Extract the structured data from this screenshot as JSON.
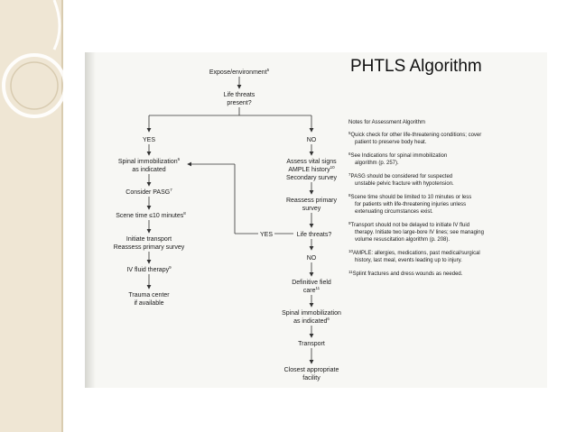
{
  "slide": {
    "title": "PHTLS Algorithm"
  },
  "flowchart": {
    "expose": {
      "text": "Expose/environment",
      "ref": "5"
    },
    "life_threats": {
      "line1": "Life threats",
      "line2": "present?"
    },
    "yes_branch": "YES",
    "no_branch": "NO",
    "left_column": {
      "spinal": {
        "line1": "Spinal immobilization",
        "ref": "6",
        "line2": "as indicated"
      },
      "pasg": {
        "text": "Consider PASG",
        "ref": "7"
      },
      "scene": {
        "text": "Scene time ≤10 minutes",
        "ref": "8"
      },
      "transport": {
        "line1": "Initiate transport",
        "line2": "Reassess primary survey"
      },
      "iv": {
        "text": "IV fluid therapy",
        "ref": "9"
      },
      "trauma": {
        "line1": "Trauma center",
        "line2": "if available"
      }
    },
    "right_column": {
      "assess": {
        "line1": "Assess vital signs",
        "line2": "AMPLE history",
        "ref": "10",
        "line3": "Secondary survey"
      },
      "reassess": {
        "line1": "Reassess primary",
        "line2": "survey"
      },
      "life_threats2": {
        "text": "Life threats?",
        "yes": "YES"
      },
      "no_label": "NO",
      "definitive": {
        "line1": "Definitive field",
        "line2": "care",
        "ref": "11"
      },
      "spinal2": {
        "line1": "Spinal immobilization",
        "line2": "as indicated",
        "ref": "6"
      },
      "transport": "Transport",
      "closest": {
        "line1": "Closest appropriate",
        "line2": "facility"
      }
    }
  },
  "notes": {
    "heading": "Notes for Assessment Algorithm",
    "items": [
      {
        "ref": "5",
        "lines": [
          "Quick check for other life-threatening conditions; cover",
          "patient to preserve body heat."
        ]
      },
      {
        "ref": "6",
        "lines": [
          "See Indications for spinal immobilization",
          "algorithm (p. 257)."
        ]
      },
      {
        "ref": "7",
        "lines": [
          "PASG should be considered for suspected",
          "unstable pelvic fracture with hypotension."
        ]
      },
      {
        "ref": "8",
        "lines": [
          "Scene time should be limited to 10 minutes or less",
          "for patients with life-threatening injuries unless",
          "extenuating circumstances exist."
        ]
      },
      {
        "ref": "9",
        "lines": [
          "Transport should not be delayed to initiate IV fluid",
          "therapy. Initiate two large-bore IV lines; see managing",
          "volume resuscitation algorithm (p. 208)."
        ]
      },
      {
        "ref": "10",
        "lines": [
          "AMPLE: allergies, medications, past medical/surgical",
          "history, last meal, events leading up to injury."
        ]
      },
      {
        "ref": "11",
        "lines": [
          "Splint fractures and dress wounds as needed."
        ]
      }
    ]
  }
}
